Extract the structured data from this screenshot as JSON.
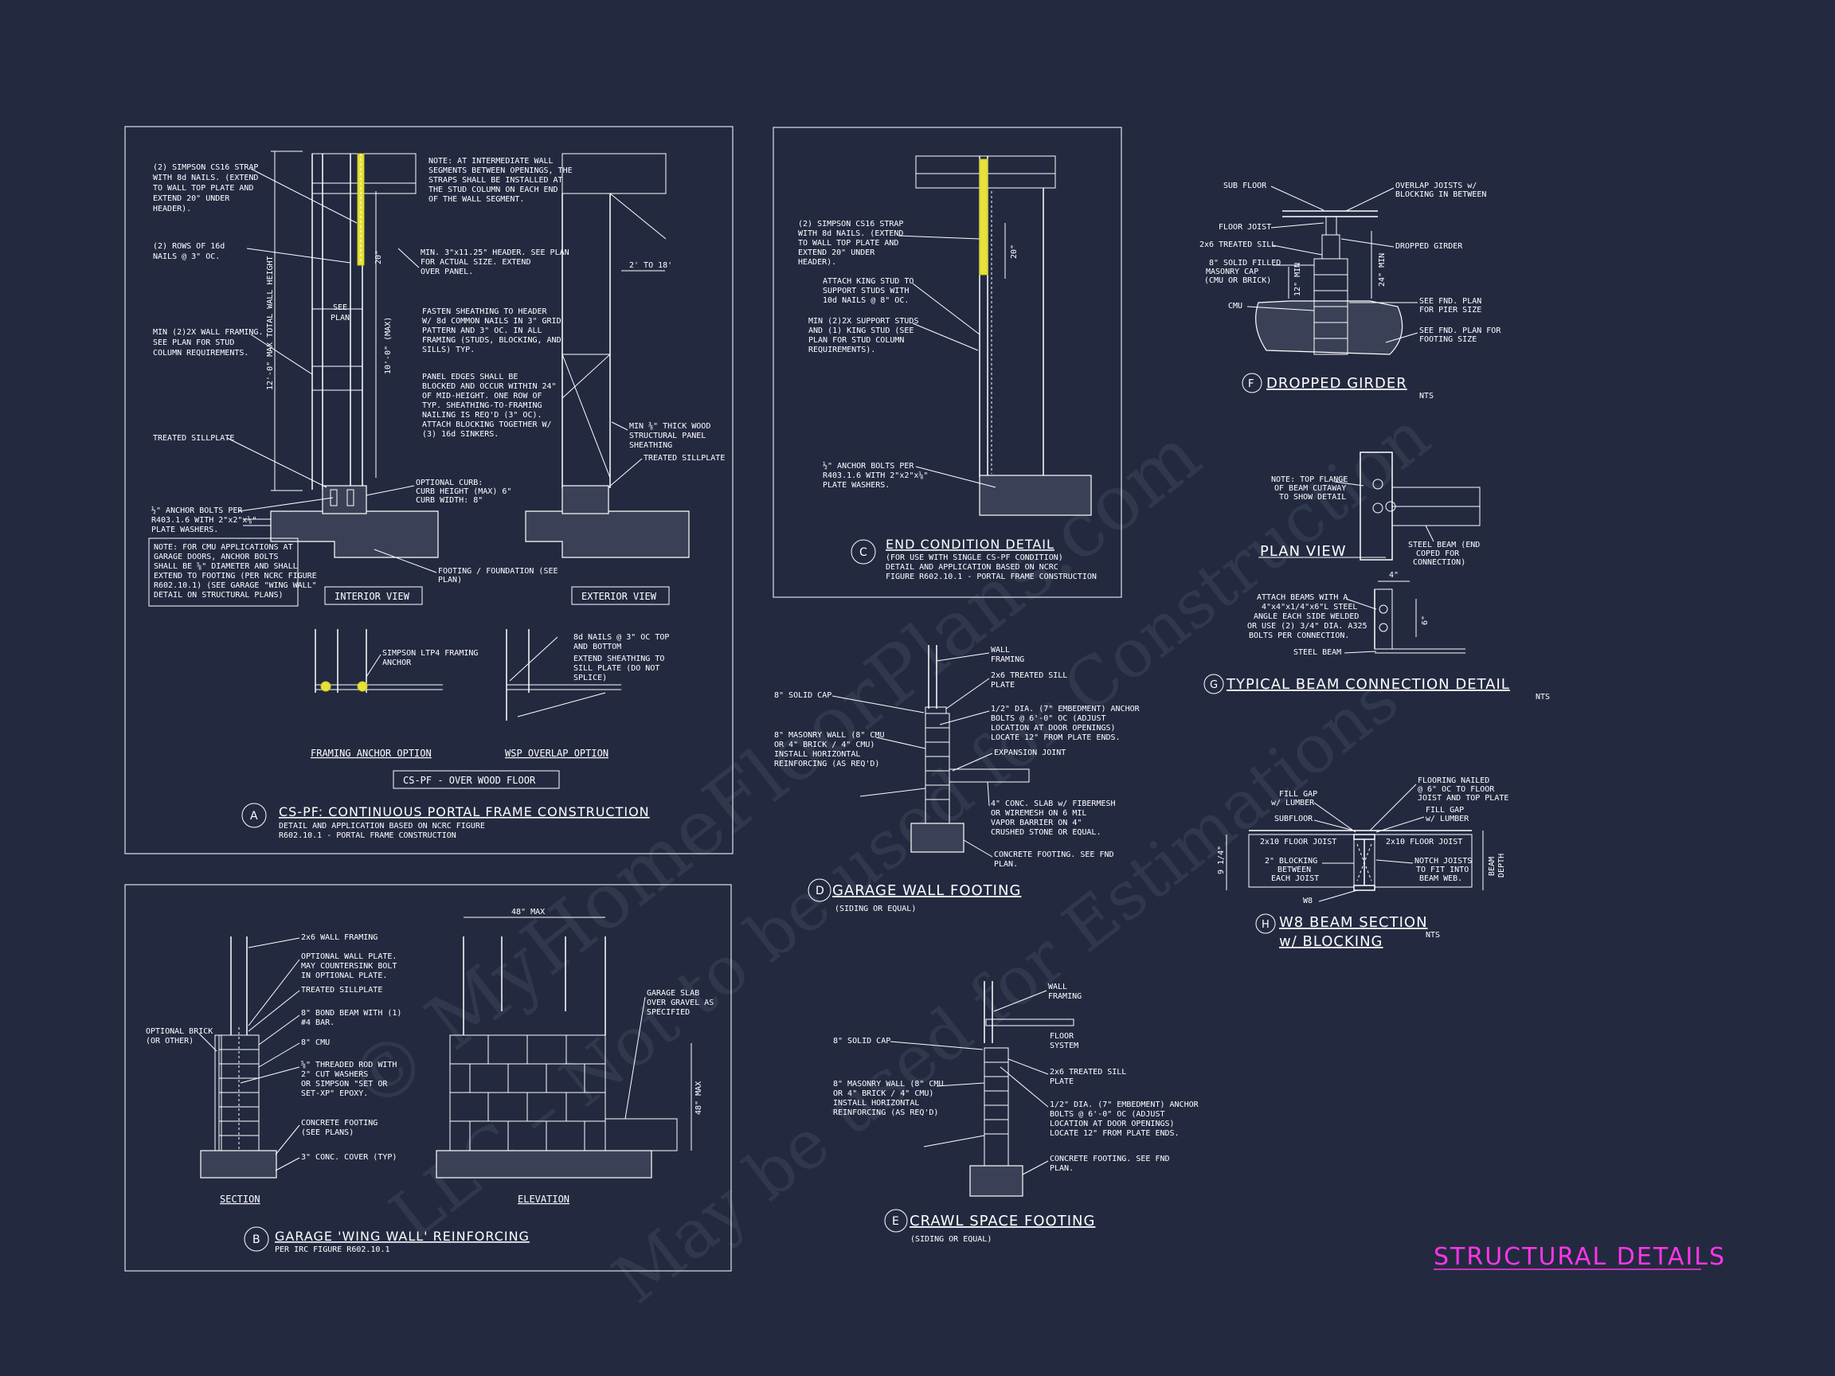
{
  "sheet_title": "STRUCTURAL DETAILS",
  "watermark": [
    "© MyHomeFloorPlans.com",
    "LLC – Not to be used for Construction",
    "May be used for Estimations"
  ],
  "details": {
    "A": {
      "letter": "A",
      "title": "CS-PF: CONTINUOUS PORTAL FRAME CONSTRUCTION",
      "subtitle_1": "DETAIL AND APPLICATION BASED ON NCRC FIGURE",
      "subtitle_2": "R602.10.1 - PORTAL FRAME CONSTRUCTION",
      "note_strap": [
        "(2) SIMPSON CS16 STRAP",
        "WITH 8d NAILS. (EXTEND",
        "TO WALL TOP PLATE AND",
        "EXTEND 20\" UNDER",
        "HEADER)."
      ],
      "note_nails": [
        "(2) ROWS OF 16d",
        "NAILS @ 3\" OC."
      ],
      "note_framing": [
        "MIN (2)2X WALL FRAMING.",
        "SEE PLAN FOR STUD",
        "COLUMN REQUIREMENTS."
      ],
      "note_sill": "TREATED SILLPLATE",
      "note_anchor": [
        "½\" ANCHOR BOLTS PER",
        "R403.1.6 WITH 2\"x2\"x⅛\"",
        "PLATE WASHERS."
      ],
      "note_cmu": [
        "NOTE: FOR CMU APPLICATIONS AT",
        "GARAGE DOORS, ANCHOR BOLTS",
        "SHALL BE ⅝\" DIAMETER AND SHALL",
        "EXTEND TO FOOTING (PER NCRC FIGURE",
        "R602.10.1) (SEE GARAGE \"WING WALL\"",
        "DETAIL ON STRUCTURAL PLANS)"
      ],
      "note_intermediate": [
        "NOTE: AT INTERMEDIATE WALL",
        "SEGMENTS BETWEEN OPENINGS, THE",
        "STRAPS SHALL BE INSTALLED AT",
        "THE STUD COLUMN ON EACH END",
        "OF THE WALL SEGMENT."
      ],
      "note_header": [
        "MIN. 3\"x11.25\" HEADER. SEE PLAN",
        "FOR ACTUAL SIZE. EXTEND",
        "OVER PANEL."
      ],
      "note_fasten": [
        "FASTEN SHEATHING TO HEADER",
        "W/ 8d COMMON NAILS IN 3\" GRID",
        "PATTERN AND 3\" OC. IN ALL",
        "FRAMING (STUDS, BLOCKING, AND",
        "SILLS) TYP."
      ],
      "note_panel": [
        "PANEL EDGES SHALL BE",
        "BLOCKED AND OCCUR WITHIN 24\"",
        "OF MID-HEIGHT. ONE ROW OF",
        "TYP. SHEATHING-TO-FRAMING",
        "NAILING IS REQ'D (3\" OC).",
        "ATTACH BLOCKING TOGETHER W/",
        "(3) 16d SINKERS."
      ],
      "note_curb": [
        "OPTIONAL CURB:",
        "CURB HEIGHT (MAX) 6\"",
        "CURB WIDTH: 8\""
      ],
      "note_footing": [
        "FOOTING / FOUNDATION (SEE",
        "PLAN)"
      ],
      "note_wsp": [
        "MIN ⅜\" THICK WOOD",
        "STRUCTURAL PANEL",
        "SHEATHING"
      ],
      "note_sill_ext": "TREATED SILLPLATE",
      "dim_total": "12'-0\" MAX TOTAL WALL HEIGHT",
      "dim_wall": "10'-0\" (MAX)",
      "dim_20": "20\"",
      "dim_2to18": "2' TO 18'",
      "see_plan": [
        "SEE",
        "PLAN"
      ],
      "label_interior": "INTERIOR VIEW",
      "label_exterior": "EXTERIOR VIEW",
      "note_ltp4": [
        "SIMPSON LTP4 FRAMING",
        "ANCHOR"
      ],
      "note_8d": [
        "8d NAILS @ 3\" OC TOP",
        "AND BOTTOM"
      ],
      "note_extend": [
        "EXTEND SHEATHING TO",
        "SILL PLATE (DO NOT",
        "SPLICE)"
      ],
      "label_anchor_option": "FRAMING ANCHOR OPTION",
      "label_wsp_option": "WSP OVERLAP OPTION",
      "label_wood_floor": "CS-PF - OVER WOOD FLOOR"
    },
    "B": {
      "letter": "B",
      "title": "GARAGE 'WING WALL' REINFORCING",
      "subtitle": "PER IRC FIGURE R602.10.1",
      "notes": [
        [
          "2x6 WALL FRAMING"
        ],
        [
          "OPTIONAL WALL PLATE.",
          "MAY COUNTERSINK BOLT",
          "IN OPTIONAL PLATE."
        ],
        [
          "TREATED SILLPLATE"
        ],
        [
          "8\" BOND BEAM WITH (1)",
          "#4 BAR."
        ],
        [
          "8\" CMU"
        ],
        [
          "⅝\" THREADED ROD WITH",
          "2\" CUT WASHERS",
          "OR SIMPSON \"SET OR",
          "SET-XP\" EPOXY."
        ],
        [
          "CONCRETE FOOTING",
          "(SEE PLANS)"
        ],
        [
          "3\" CONC. COVER (TYP)"
        ]
      ],
      "note_brick": [
        "OPTIONAL BRICK",
        "(OR OTHER)"
      ],
      "note_slab": [
        "GARAGE SLAB",
        "OVER GRAVEL AS",
        "SPECIFIED"
      ],
      "dim_48_top": "48\" MAX",
      "dim_48_side": "48\" MAX",
      "label_section": "SECTION",
      "label_elevation": "ELEVATION"
    },
    "C": {
      "letter": "C",
      "title": "END CONDITION DETAIL",
      "subtitle_1": "(FOR USE WITH SINGLE CS-PF CONDITION)",
      "subtitle_2": "DETAIL AND APPLICATION BASED ON NCRC",
      "subtitle_3": "FIGURE R602.10.1 - PORTAL FRAME CONSTRUCTION",
      "note_strap": [
        "(2) SIMPSON CS16 STRAP",
        "WITH 8d NAILS. (EXTEND",
        "TO WALL TOP PLATE AND",
        "EXTEND 20\" UNDER",
        "HEADER)."
      ],
      "note_king": [
        "ATTACH KING STUD TO",
        "SUPPORT STUDS WITH",
        "10d NAILS @ 8\" OC."
      ],
      "note_support": [
        "MIN (2)2X SUPPORT STUDS",
        "AND (1) KING STUD (SEE",
        "PLAN FOR STUD COLUMN",
        "REQUIREMENTS)."
      ],
      "note_anchor": [
        "½\" ANCHOR BOLTS PER",
        "R403.1.6 WITH 2\"x2\"x⅛\"",
        "PLATE WASHERS."
      ],
      "dim_20": "20\""
    },
    "D": {
      "letter": "D",
      "title": "GARAGE WALL FOOTING",
      "subtitle": "(SIDING OR EQUAL)",
      "note_cap": "8\" SOLID CAP",
      "note_masonry": [
        "8\" MASONRY WALL (8\" CMU",
        "OR 4\" BRICK / 4\" CMU)",
        "INSTALL HORIZONTAL",
        "REINFORCING (AS REQ'D)"
      ],
      "note_wall": [
        "WALL",
        "FRAMING"
      ],
      "note_sill": [
        "2x6 TREATED SILL",
        "PLATE"
      ],
      "note_bolts": [
        "1/2\" DIA. (7\" EMBEDMENT) ANCHOR",
        "BOLTS @ 6'-0\" OC (ADJUST",
        "LOCATION AT DOOR OPENINGS)",
        "LOCATE 12\" FROM PLATE ENDS."
      ],
      "note_expansion": "EXPANSION JOINT",
      "note_slab": [
        "4\" CONC. SLAB w/ FIBERMESH",
        "OR WIREMESH ON 6 MIL",
        "VAPOR BARRIER ON 4\"",
        "CRUSHED STONE OR EQUAL."
      ],
      "note_footing": [
        "CONCRETE FOOTING. SEE FND",
        "PLAN."
      ]
    },
    "E": {
      "letter": "E",
      "title": "CRAWL SPACE FOOTING",
      "subtitle": "(SIDING OR EQUAL)",
      "note_cap": "8\" SOLID CAP",
      "note_masonry": [
        "8\" MASONRY WALL (8\" CMU",
        "OR 4\" BRICK / 4\" CMU)",
        "INSTALL HORIZONTAL",
        "REINFORCING (AS REQ'D)"
      ],
      "note_wall": [
        "WALL",
        "FRAMING"
      ],
      "note_floor": [
        "FLOOR",
        "SYSTEM"
      ],
      "note_sill": [
        "2x6 TREATED SILL",
        "PLATE"
      ],
      "note_bolts": [
        "1/2\" DIA. (7\" EMBEDMENT) ANCHOR",
        "BOLTS @ 6'-0\" OC (ADJUST",
        "LOCATION AT DOOR OPENINGS)",
        "LOCATE 12\" FROM PLATE ENDS."
      ],
      "note_footing": [
        "CONCRETE FOOTING. SEE FND",
        "PLAN."
      ]
    },
    "F": {
      "letter": "F",
      "title": "DROPPED GIRDER",
      "nts": "NTS",
      "note_subfloor": "SUB FLOOR",
      "note_joist": "FLOOR JOIST",
      "note_sill": "2x6 TREATED SILL",
      "note_cap": [
        "8\" SOLID FILLED",
        "MASONRY CAP",
        "(CMU OR BRICK)"
      ],
      "note_cmu": "CMU",
      "note_overlap": [
        "OVERLAP JOISTS w/",
        "BLOCKING IN BETWEEN"
      ],
      "note_girder": "DROPPED GIRDER",
      "note_pier": [
        "SEE FND. PLAN",
        "FOR PIER SIZE"
      ],
      "note_footsize": [
        "SEE FND. PLAN FOR",
        "FOOTING SIZE"
      ],
      "dim_24": "24\" MIN",
      "dim_12": "12\" MIN"
    },
    "G": {
      "letter": "G",
      "title": "TYPICAL BEAM CONNECTION DETAIL",
      "nts": "NTS",
      "plan_view": "PLAN VIEW",
      "note_top": [
        "NOTE: TOP FLANGE",
        "OF BEAM CUTAWAY",
        "TO SHOW DETAIL"
      ],
      "note_end": [
        "STEEL BEAM (END",
        "COPED FOR",
        "CONNECTION)"
      ],
      "note_attach": [
        "ATTACH BEAMS WITH A",
        "4\"x4\"x1/4\"x6\"L STEEL",
        "ANGLE EACH SIDE WELDED",
        "OR USE (2) 3/4\" DIA. A325",
        "BOLTS PER CONNECTION."
      ],
      "note_steel": "STEEL BEAM",
      "dim_4": "4\"",
      "dim_6": "6\""
    },
    "H": {
      "letter": "H",
      "title_1": "W8 BEAM SECTION",
      "title_2": "w/ BLOCKING",
      "nts": "NTS",
      "note_fill1": [
        "FILL GAP",
        "w/ LUMBER"
      ],
      "note_subfloor": "SUBFLOOR",
      "note_flooring": [
        "FLOORING NAILED",
        "@ 6\" OC TO FLOOR",
        "JOIST AND TOP PLATE"
      ],
      "note_fill2": [
        "FILL GAP",
        "w/ LUMBER"
      ],
      "note_joist_l": "2x10 FLOOR JOIST",
      "note_joist_r": "2x10 FLOOR JOIST",
      "note_blocking": [
        "2\" BLOCKING",
        "BETWEEN",
        "EACH JOIST"
      ],
      "note_notch": [
        "NOTCH JOISTS",
        "TO FIT INTO",
        "BEAM WEB."
      ],
      "note_w8": "W8",
      "dim_height": "9 1/4\"",
      "dim_beam": [
        "BEAM",
        "DEPTH"
      ]
    }
  },
  "colors": {
    "background": "#232a40",
    "line": "#ffffff",
    "strap": "#e6e23a",
    "title": "#ff35e8"
  }
}
